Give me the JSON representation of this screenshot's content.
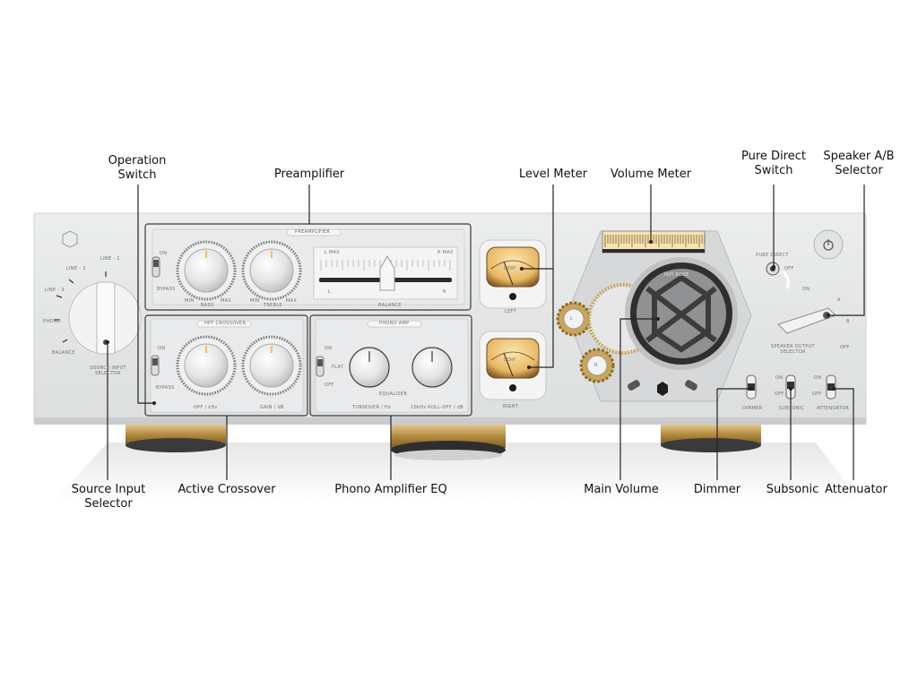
{
  "callouts": {
    "operation_switch": "Operation\nSwitch",
    "preamplifier": "Preamplifier",
    "level_meter": "Level Meter",
    "volume_meter": "Volume Meter",
    "pure_direct_switch": "Pure Direct\nSwitch",
    "speaker_ab_selector": "Speaker A/B\nSelector",
    "source_input_selector": "Source Input\nSelector",
    "active_crossover": "Active Crossover",
    "phono_amplifier_eq": "Phono Amplifier EQ",
    "main_volume": "Main Volume",
    "dimmer": "Dimmer",
    "subsonic": "Subsonic",
    "attenuator": "Attenuator"
  },
  "panel": {
    "preamplifier_title": "PREAMPLIFIER",
    "crossover_title": "HPF CROSSOVER",
    "phono_title": "PHONO AMP",
    "source_labels": [
      "LINE - 1",
      "LINE - 2",
      "LINE - 3",
      "PHONO",
      "BALANCE"
    ],
    "source_selector_label": "SOURCE INPUT\nSELECTOR",
    "on": "ON",
    "off": "OFF",
    "bypass": "BYPASS",
    "bass": "BASS",
    "treble": "TREBLE",
    "min": "MIN",
    "max": "MAX",
    "balance": "BALANCE",
    "balance_l_max": "L MAX",
    "balance_r_max": "R MAX",
    "balance_l": "L",
    "balance_r": "R",
    "hpf_label": "HPF / kHz",
    "gain_label": "GAIN / dB",
    "equalizer": "EQUALIZER",
    "turnover": "TURNOVER / Hz",
    "rolloff": "10kHz ROLL-OFF / dB",
    "flat": "FLAT",
    "left": "LEFT",
    "right": "RIGHT",
    "pure_direct": "PURE DIRECT",
    "speaker_output_selector": "SPEAKER OUTPUT\nSELECTOR",
    "speaker_a": "A",
    "speaker_b": "B",
    "dimmer": "DIMMER",
    "subsonic": "SUBSONIC",
    "attenuator": "ATTENUATOR",
    "brand": "HIFI ROSE",
    "knob_l": "L",
    "knob_r": "R",
    "meter_label": "DDIP"
  },
  "colors": {
    "panel": "#e6e7e8",
    "panel_edge": "#cfd1d3",
    "gold": "#c9a55a",
    "meter_glow": "#f5d98f",
    "leader": "#222222"
  }
}
